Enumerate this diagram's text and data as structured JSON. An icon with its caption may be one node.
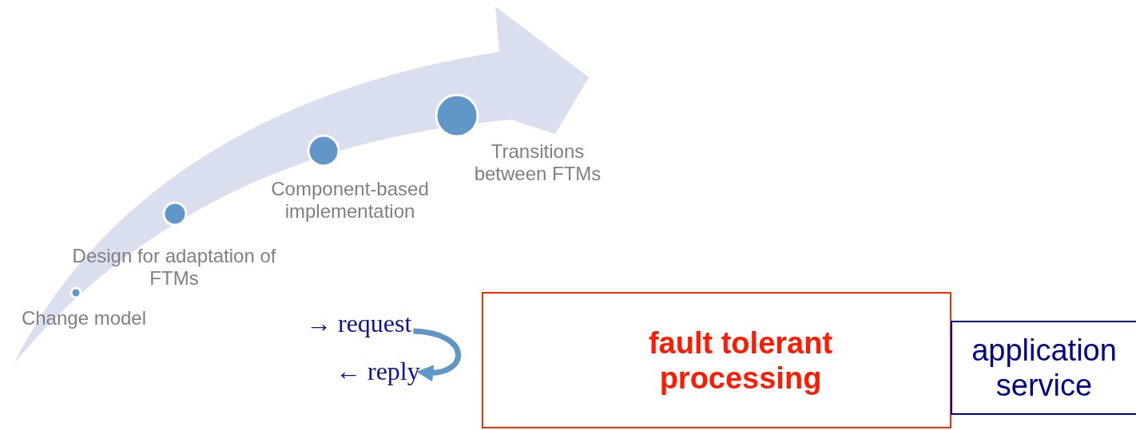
{
  "diagram": {
    "nodes": [
      {
        "text": [
          "→ request"
        ]
      },
      {
        "text": [
          "← reply"
        ]
      },
      {
        "text": [
          "fault tolerant processing"
        ]
      },
      {
        "text": [
          "application service"
        ]
      }
    ],
    "edges": [
      {
        "from": 0,
        "to": 1,
        "arrow": "to"
      }
    ],
    "labels": [
      "Transitions between FTMs",
      "Component-based implementation",
      "Design for adaptation of FTMs",
      "Change model"
    ]
  }
}
